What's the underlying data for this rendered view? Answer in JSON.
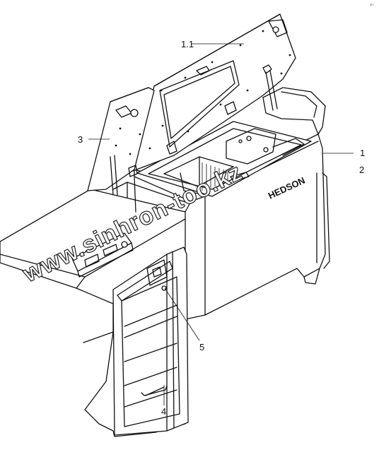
{
  "diagram": {
    "brand_text": "HEDSON",
    "watermark": "www.sinhron-too.kz",
    "callouts": [
      {
        "id": "c1",
        "text": "1"
      },
      {
        "id": "c1_1",
        "text": "1.1"
      },
      {
        "id": "c2",
        "text": "2"
      },
      {
        "id": "c3",
        "text": "3"
      },
      {
        "id": "c4",
        "text": "4"
      },
      {
        "id": "c5",
        "text": "5"
      }
    ]
  }
}
